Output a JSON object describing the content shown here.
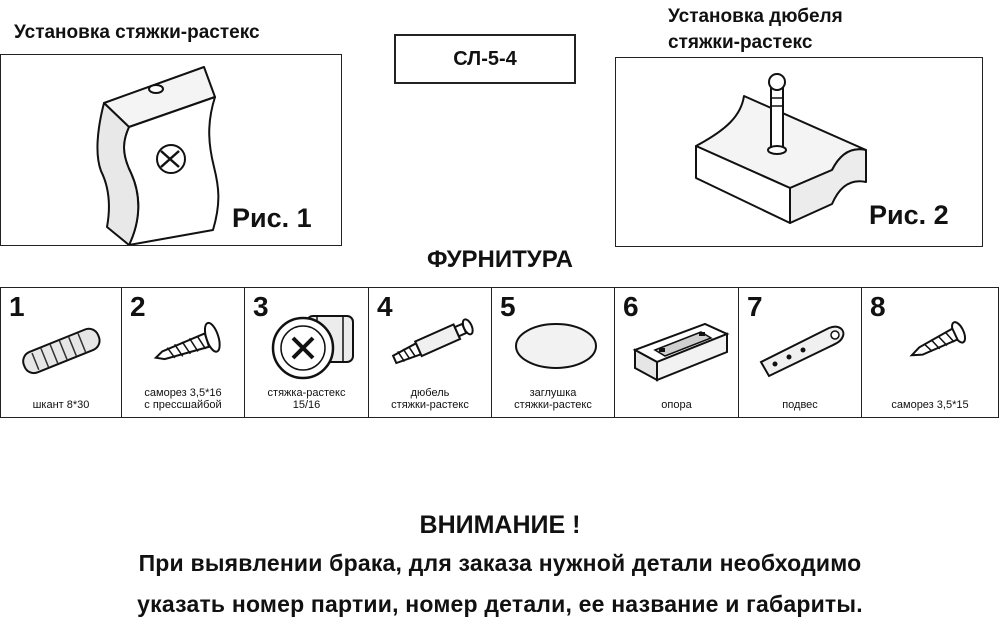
{
  "figure1": {
    "title": "Установка стяжки-растекс",
    "label": "Рис. 1"
  },
  "figure2": {
    "title_line1": "Установка дюбеля",
    "title_line2": "стяжки-растекс",
    "label": "Рис. 2"
  },
  "product_code": "СЛ-5-4",
  "section_title": "ФУРНИТУРА",
  "parts": [
    {
      "number": "1",
      "caption_lines": [
        "шкант 8*30"
      ],
      "icon": "dowel-icon"
    },
    {
      "number": "2",
      "caption_lines": [
        "саморез 3,5*16",
        "с прессшайбой"
      ],
      "icon": "press-washer-screw-icon"
    },
    {
      "number": "3",
      "caption_lines": [
        "стяжка-растекс",
        "15/16"
      ],
      "icon": "cam-lock-icon"
    },
    {
      "number": "4",
      "caption_lines": [
        "дюбель",
        "стяжки-растекс"
      ],
      "icon": "cam-bolt-icon"
    },
    {
      "number": "5",
      "caption_lines": [
        "заглушка",
        "стяжки-растекс"
      ],
      "icon": "cover-cap-icon"
    },
    {
      "number": "6",
      "caption_lines": [
        "опора"
      ],
      "icon": "support-icon"
    },
    {
      "number": "7",
      "caption_lines": [
        "подвес"
      ],
      "icon": "hanger-icon"
    },
    {
      "number": "8",
      "caption_lines": [
        "саморез 3,5*15"
      ],
      "icon": "screw-icon"
    }
  ],
  "warning": {
    "title": "ВНИМАНИЕ !",
    "line1": "При выявлении брака, для заказа нужной детали необходимо",
    "line2": "указать номер партии, номер детали, ее название и габариты."
  }
}
